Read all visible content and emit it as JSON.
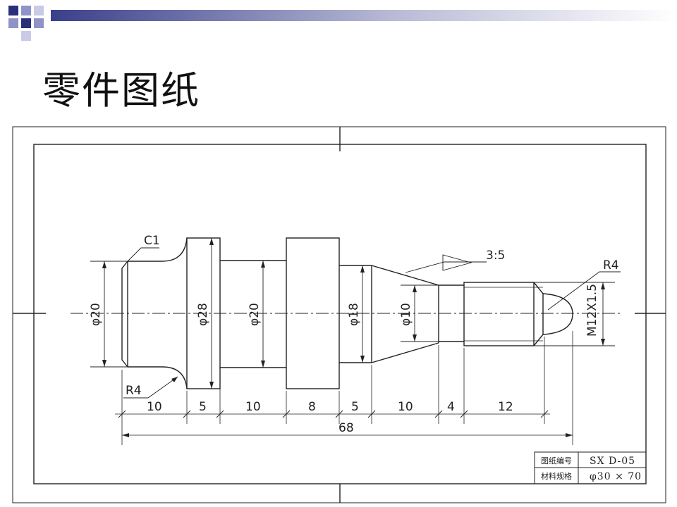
{
  "slide": {
    "title": "零件图纸",
    "header_colors": {
      "square": "#2a2f7a",
      "bar_start": "#3a3f8a",
      "bar_end": "#ffffff"
    }
  },
  "drawing": {
    "labels": {
      "chamfer": "C1",
      "radius_left": "R4",
      "radius_right": "R4",
      "taper": "3:5",
      "thread": "M12X1.5"
    },
    "diameters": [
      "φ20",
      "φ28",
      "φ20",
      "φ18",
      "φ10"
    ],
    "lengths": [
      "10",
      "5",
      "10",
      "8",
      "5",
      "10",
      "4",
      "12"
    ],
    "total_length": "68"
  },
  "title_block": {
    "row1_label": "图纸编号",
    "row1_value": "SX D-05",
    "row2_label": "材料规格",
    "row2_value": "φ30 × 70"
  }
}
